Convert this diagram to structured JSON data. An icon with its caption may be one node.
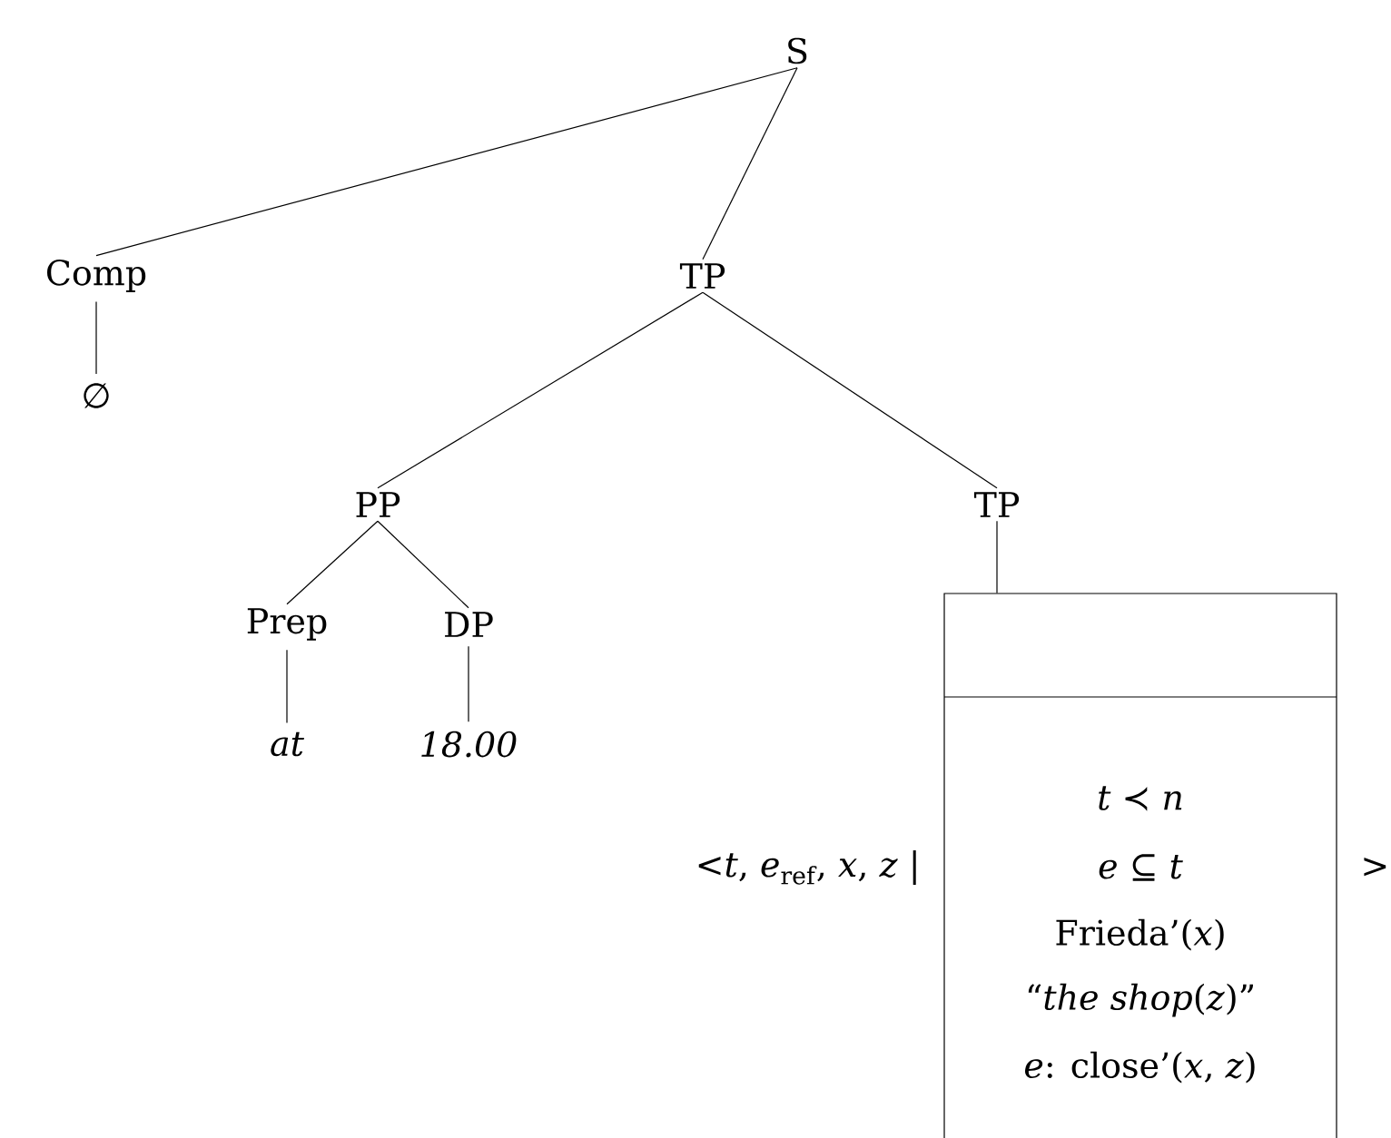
{
  "diagram": {
    "nodes": [
      {
        "text": [
          "S"
        ]
      },
      {
        "text": [
          "Comp"
        ]
      },
      {
        "text": [
          "TP"
        ]
      },
      {
        "text": [
          "∅"
        ]
      },
      {
        "text": [
          "PP"
        ]
      },
      {
        "text": [
          "TP"
        ]
      },
      {
        "text": [
          "Prep"
        ]
      },
      {
        "text": [
          "DP"
        ]
      },
      {
        "text": [
          "*at*"
        ]
      },
      {
        "text": [
          "*18.00*"
        ]
      },
      {
        "text": [
          "*t* ≺ *n*",
          "*e* ⊆ *t*",
          "Frieda’(*x*)",
          "“*the shop*(*z*)”",
          "*e*: close’(*x*, *z*)"
        ],
        "beside": [
          "<*t*, *e*$_{ref}$, *x*, *z* |",
          ">"
        ]
      }
    ],
    "edges": [
      {
        "from": 0,
        "to": 1,
        "arrow": "none"
      },
      {
        "from": 0,
        "to": 2,
        "arrow": "none"
      },
      {
        "from": 1,
        "to": 3,
        "arrow": "none"
      },
      {
        "from": 2,
        "to": 4,
        "arrow": "none"
      },
      {
        "from": 2,
        "to": 5,
        "arrow": "none"
      },
      {
        "from": 4,
        "to": 6,
        "arrow": "none"
      },
      {
        "from": 4,
        "to": 7,
        "arrow": "none"
      },
      {
        "from": 6,
        "to": 8,
        "arrow": "none"
      },
      {
        "from": 7,
        "to": 9,
        "arrow": "none"
      },
      {
        "from": 5,
        "to": 10,
        "arrow": "none"
      }
    ]
  }
}
